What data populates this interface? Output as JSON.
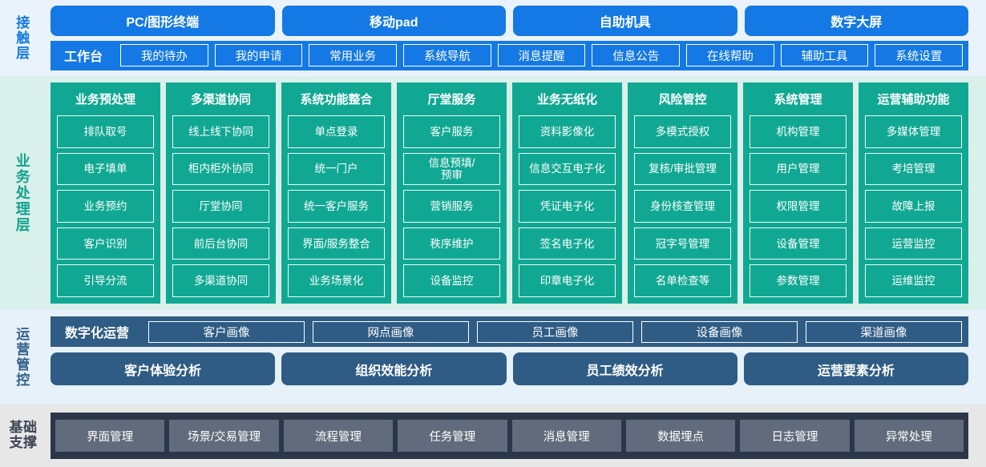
{
  "layers": {
    "contact": {
      "label": "接触层",
      "label_chars": [
        "接",
        "触",
        "层"
      ],
      "accent": "#1479e4",
      "background": "#eaf3fc",
      "channels": [
        "PC/图形终端",
        "移动pad",
        "自助机具",
        "数字大屏"
      ],
      "workbench_title": "工作台",
      "workbench_items": [
        "我的待办",
        "我的申请",
        "常用业务",
        "系统导航",
        "消息提醒",
        "信息公告",
        "在线帮助",
        "辅助工具",
        "系统设置"
      ]
    },
    "business": {
      "label": "业务处理层",
      "label_chars": [
        "业",
        "务",
        "处",
        "理",
        "层"
      ],
      "accent": "#11a893",
      "background": "#daf0ea",
      "columns": [
        {
          "title": "业务预处理",
          "items": [
            "排队取号",
            "电子填单",
            "业务预约",
            "客户识别",
            "引导分流"
          ]
        },
        {
          "title": "多渠道协同",
          "items": [
            "线上线下协同",
            "柜内柜外协同",
            "厅堂协同",
            "前后台协同",
            "多渠道协同"
          ]
        },
        {
          "title": "系统功能整合",
          "items": [
            "单点登录",
            "统一门户",
            "统一客户服务",
            "界面/服务整合",
            "业务场景化"
          ]
        },
        {
          "title": "厅堂服务",
          "items": [
            "客户服务",
            "信息预填/\n预审",
            "营销服务",
            "秩序维护",
            "设备监控"
          ]
        },
        {
          "title": "业务无纸化",
          "items": [
            "资料影像化",
            "信息交互电子化",
            "凭证电子化",
            "签名电子化",
            "印章电子化"
          ]
        },
        {
          "title": "风险管控",
          "items": [
            "多模式授权",
            "复核/审批管理",
            "身份核查管理",
            "冠字号管理",
            "名单检查等"
          ]
        },
        {
          "title": "系统管理",
          "items": [
            "机构管理",
            "用户管理",
            "权限管理",
            "设备管理",
            "参数管理"
          ]
        },
        {
          "title": "运营辅助功能",
          "items": [
            "多媒体管理",
            "考培管理",
            "故障上报",
            "运营监控",
            "运维监控"
          ]
        }
      ]
    },
    "operations": {
      "label": "运营管控",
      "label_chars": [
        "运",
        "营",
        "管",
        "控"
      ],
      "accent": "#2f5c84",
      "background": "#e6f1f9",
      "digital_title": "数字化运营",
      "portraits": [
        "客户画像",
        "网点画像",
        "员工画像",
        "设备画像",
        "渠道画像"
      ],
      "analyses": [
        "客户体验分析",
        "组织效能分析",
        "员工绩效分析",
        "运营要素分析"
      ]
    },
    "foundation": {
      "label": "基础支撑",
      "label_lines": [
        "基础",
        "支撑"
      ],
      "accent": "#616b7b",
      "background": "#e7e7e7",
      "panel": "#2b3648",
      "items": [
        "界面管理",
        "场景/交易管理",
        "流程管理",
        "任务管理",
        "消息管理",
        "数据埋点",
        "日志管理",
        "异常处理"
      ]
    }
  }
}
